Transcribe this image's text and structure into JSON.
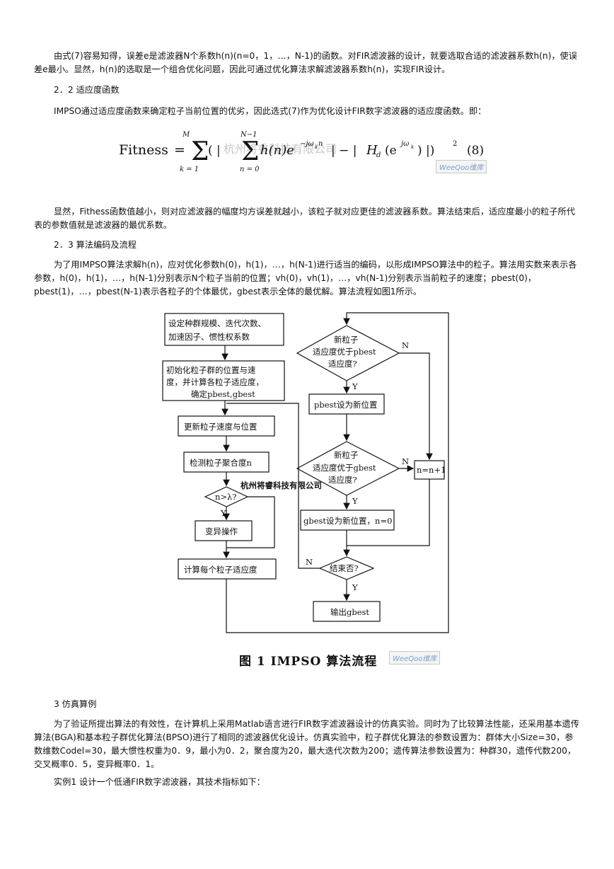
{
  "paragraphs": {
    "p1": "由式(7)容易知得，误差e是滤波器N个系数h(n)(n=0，1，…，N-1)的函数。对FIR滤波器的设计，就要选取合适的滤波器系数h(n)，使误差e最小。显然，h(n)的选取是一个组合优化问题，因此可通过优化算法求解滤波器系数h(n)，实现FIR设计。",
    "h22": "2．2 适应度函数",
    "p2": "IMPSO通过适应度函数来确定粒子当前位置的优劣，因此选式(7)作为优化设计FIR数字滤波器的适应度函数。即：",
    "p3": "显然，Fithess函数值越小，则对应滤波器的幅度均方误差就越小，该粒子就对应更佳的滤波器系数。算法结束后，适应度最小的粒子所代表的参数值就是滤波器的最优系数。",
    "h23": "2．3 算法编码及流程",
    "p4": "为了用IMPSO算法求解h(n)，应对优化参数h(0)，h(1)，…，h(N-1)进行适当的编码，以形成IMPSO算法中的粒子。算法用实数来表示各参数，h(0)，h(1)，…，h(N-1)分别表示N个粒子当前的位置；vh(0)，vh(1)，…，vh(N-1)分别表示当前粒子的速度；pbest(0)，pbest(1)，…，pbest(N-1)表示各粒子的个体最优，gbest表示全体的最优解。算法流程如图1所示。",
    "h3": "3 仿真算例",
    "p5": "为了验证所提出算法的有效性，在计算机上采用Matlab语言进行FIR数字滤波器设计的仿真实验。同时为了比较算法性能，还采用基本遗传算法(BGA)和基本粒子群优化算法(BPSO)进行了相同的滤波器优化设计。仿真实验中，粒子群优化算法的参数设置为：群体大小Size=30，参数维数Codel=30，最大惯性权重为0．9，最小为0．2，聚合度为20，最大迭代次数为200；遗传算法参数设置为：种群30，遗传代数200，交叉概率0．5，变异概率0．1。",
    "p6": "实例1 设计一个低通FIR数字滤波器，其技术指标如下："
  },
  "formula": {
    "lhs": "Fitness",
    "eq": "=",
    "sum1_top": "M",
    "sum1_bot": "k = 1",
    "sum2_top": "N−1",
    "sum2_bot": "n = 0",
    "body_open": "( |",
    "h_term": "h(n)e",
    "exp": "−jω",
    "exp_sub": "k",
    "exp_n": "n",
    "mid": "| − |",
    "hd": "H",
    "hd_sub": "d",
    "hd_arg": "(e",
    "hd_arg_exp": "jω",
    "hd_arg_sub": "k",
    "hd_close": ") |)",
    "power": "2",
    "number": "(8)",
    "watermark": "杭州将睿科技有限公司"
  },
  "watermark_badge": "WeeQoo维库",
  "flowchart": {
    "b1": [
      "设定种群规模、迭代次数、",
      "加速因子、惯性权系数"
    ],
    "b2": [
      "初始化粒子群的位置与速",
      "度，并计算各粒子适应度，",
      "确定pbest,gbest"
    ],
    "b3": "更新粒子速度与位置",
    "b4": "检测粒子聚合度n",
    "d1": "n>λ?",
    "b5": "变异操作",
    "b6": "计算每个粒子适应度",
    "d2": [
      "新粒子",
      "适应度优于pbest",
      "适应度?"
    ],
    "b7": "pbest设为新位置",
    "d3": [
      "新粒子",
      "适应度优于gbest",
      "适应度?"
    ],
    "b8": "gbest设为新位置，n=0",
    "b9": "n=n+1",
    "d4": "结束否?",
    "b10": "输出gbest",
    "yes": "Y",
    "no": "N",
    "watermark": "杭州将睿科技有限公司"
  },
  "caption": "图 1   IMPSO 算法流程"
}
